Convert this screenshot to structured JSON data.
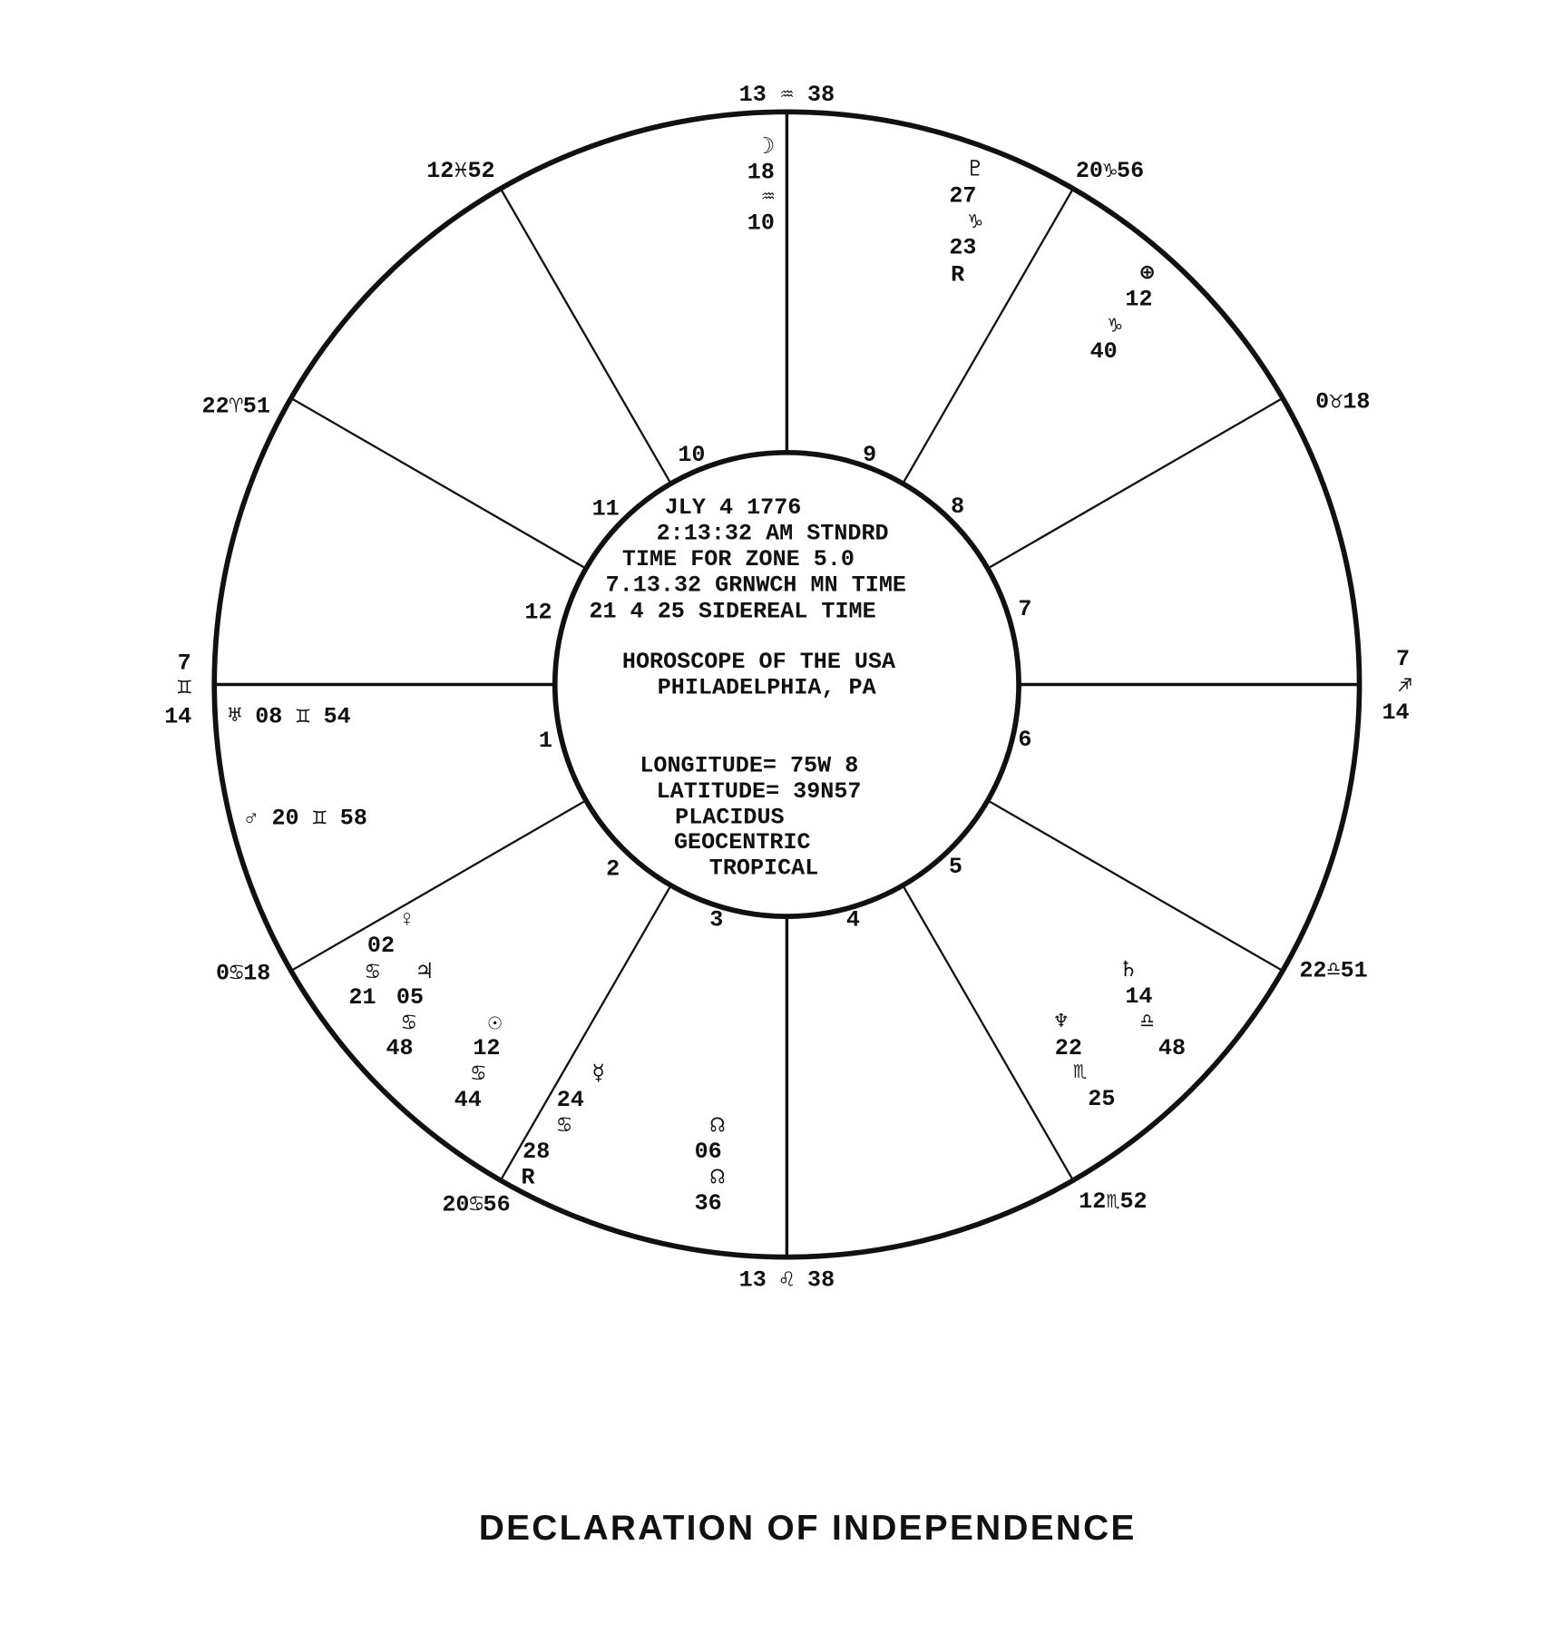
{
  "cusps": {
    "mc": "13 ♒ 38",
    "c11": "12♓52",
    "c9": "20♑56",
    "c12": "22♈51",
    "c8": "0♉18",
    "asc": [
      "7",
      "♊",
      "14"
    ],
    "dsc": [
      "7",
      "♐",
      "14"
    ],
    "c2": "0♋18",
    "c6": "22♎51",
    "c3": "20♋56",
    "c5": "12♏52",
    "ic": "13 ♌ 38"
  },
  "houses": [
    "1",
    "2",
    "3",
    "4",
    "5",
    "6",
    "7",
    "8",
    "9",
    "10",
    "11",
    "12"
  ],
  "center": {
    "date": "JLY  4 1776",
    "time": "2:13:32 AM STNDRD",
    "zone": "TIME FOR ZONE  5.0",
    "gmt": "7.13.32 GRNWCH MN TIME",
    "sidereal": "21  4 25 SIDEREAL TIME",
    "heading": "HOROSCOPE OF THE USA",
    "place": "PHILADELPHIA, PA",
    "longitude": "LONGITUDE= 75W 8",
    "latitude": "LATITUDE= 39N57",
    "system": "PLACIDUS",
    "center_type": "GEOCENTRIC",
    "zodiac": "TROPICAL"
  },
  "planets": {
    "moon": [
      "☽",
      "18",
      "♒",
      "10"
    ],
    "pluto": [
      "♇",
      "27",
      "♑",
      "23",
      "R"
    ],
    "fortune": [
      "⊕",
      "12",
      "♑",
      "40"
    ],
    "uranus": "♅ 08 ♊ 54",
    "mars": "♂ 20 ♊ 58",
    "venus": [
      "♀",
      "02",
      "♋",
      "21"
    ],
    "jupiter": [
      "♃",
      "05",
      "♋",
      "48"
    ],
    "sun": [
      "☉",
      "12",
      "♋",
      "44"
    ],
    "mercury": [
      "☿",
      "24",
      "♋",
      "28",
      "R"
    ],
    "node": [
      "☊",
      "06",
      "☊",
      "36"
    ],
    "saturn": [
      "♄",
      "14",
      "♎",
      "48"
    ],
    "neptune": [
      "♆",
      "22",
      "♏",
      "25"
    ]
  },
  "caption": "DECLARATION OF INDEPENDENCE"
}
